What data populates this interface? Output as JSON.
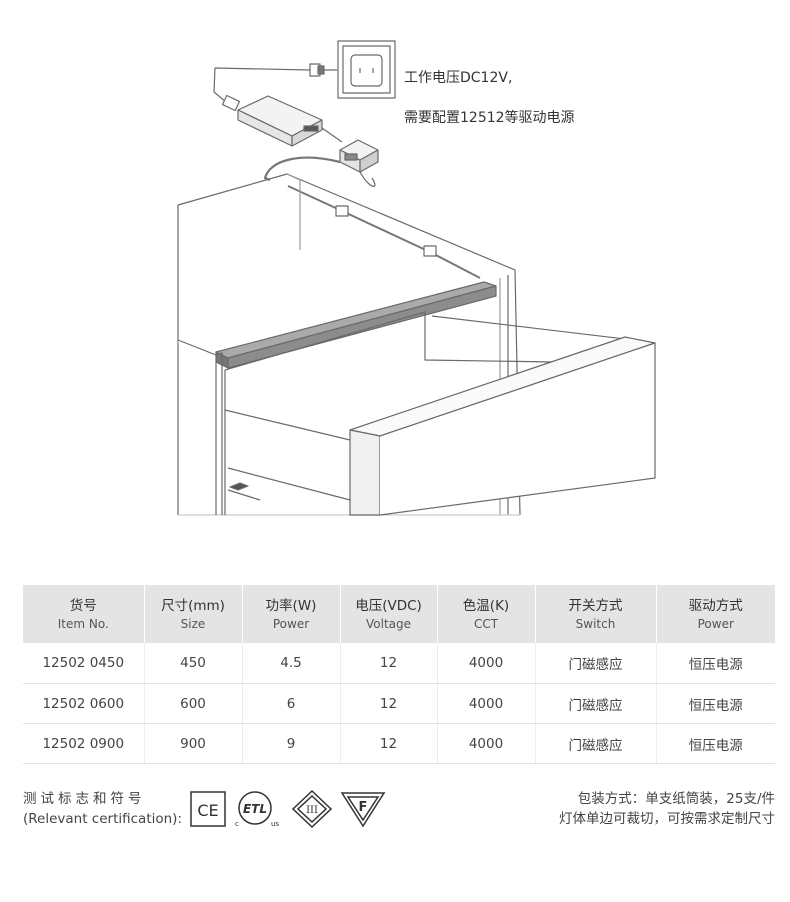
{
  "note": {
    "line1": "工作电压DC12V,",
    "line2": "需要配置12512等驱动电源"
  },
  "table": {
    "headers": [
      {
        "zh": "货号",
        "en": "Item No."
      },
      {
        "zh": "尺寸(mm)",
        "en": "Size"
      },
      {
        "zh": "功率(W)",
        "en": "Power"
      },
      {
        "zh": "电压(VDC)",
        "en": "Voltage"
      },
      {
        "zh": "色温(K)",
        "en": "CCT"
      },
      {
        "zh": "开关方式",
        "en": "Switch"
      },
      {
        "zh": "驱动方式",
        "en": "Power"
      }
    ],
    "rows": [
      [
        "12502 0450",
        "450",
        "4.5",
        "12",
        "4000",
        "门磁感应",
        "恒压电源"
      ],
      [
        "12502 0600",
        "600",
        "6",
        "12",
        "4000",
        "门磁感应",
        "恒压电源"
      ],
      [
        "12502 0900",
        "900",
        "9",
        "12",
        "4000",
        "门磁感应",
        "恒压电源"
      ]
    ]
  },
  "certification": {
    "label_zh": "测试标志和符号",
    "label_en": "(Relevant certification):",
    "icons": [
      "ce-mark-icon",
      "etl-mark-icon",
      "class-iii-icon",
      "f-mark-icon"
    ],
    "ce_text": "CE",
    "etl_text": "ETL",
    "etl_c": "c",
    "etl_us": "us",
    "class_text": "III",
    "f_text": "F"
  },
  "packaging": {
    "line1": "包装方式：单支纸筒装，25支/件",
    "line2": "灯体单边可裁切，可按需求定制尺寸"
  }
}
